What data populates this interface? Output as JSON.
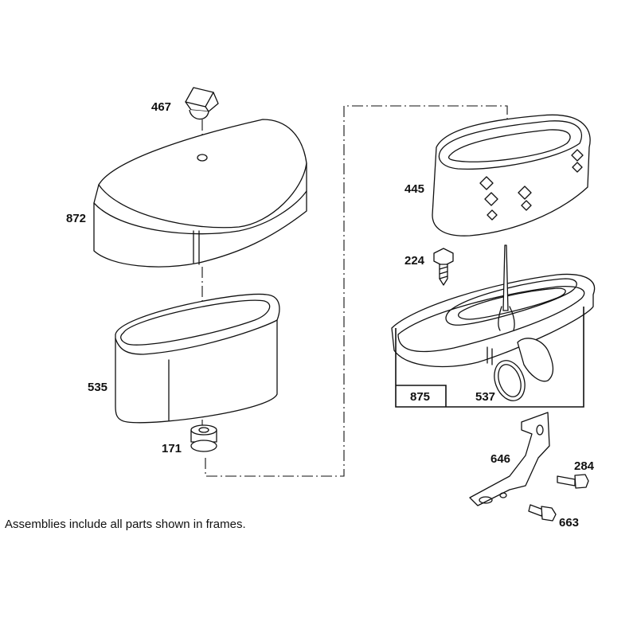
{
  "labels": {
    "p467": "467",
    "p872": "872",
    "p535": "535",
    "p171": "171",
    "p445": "445",
    "p224": "224",
    "p875": "875",
    "p537": "537",
    "p646": "646",
    "p284": "284",
    "p663": "663"
  },
  "footnote": "Assemblies include all parts shown in frames."
}
